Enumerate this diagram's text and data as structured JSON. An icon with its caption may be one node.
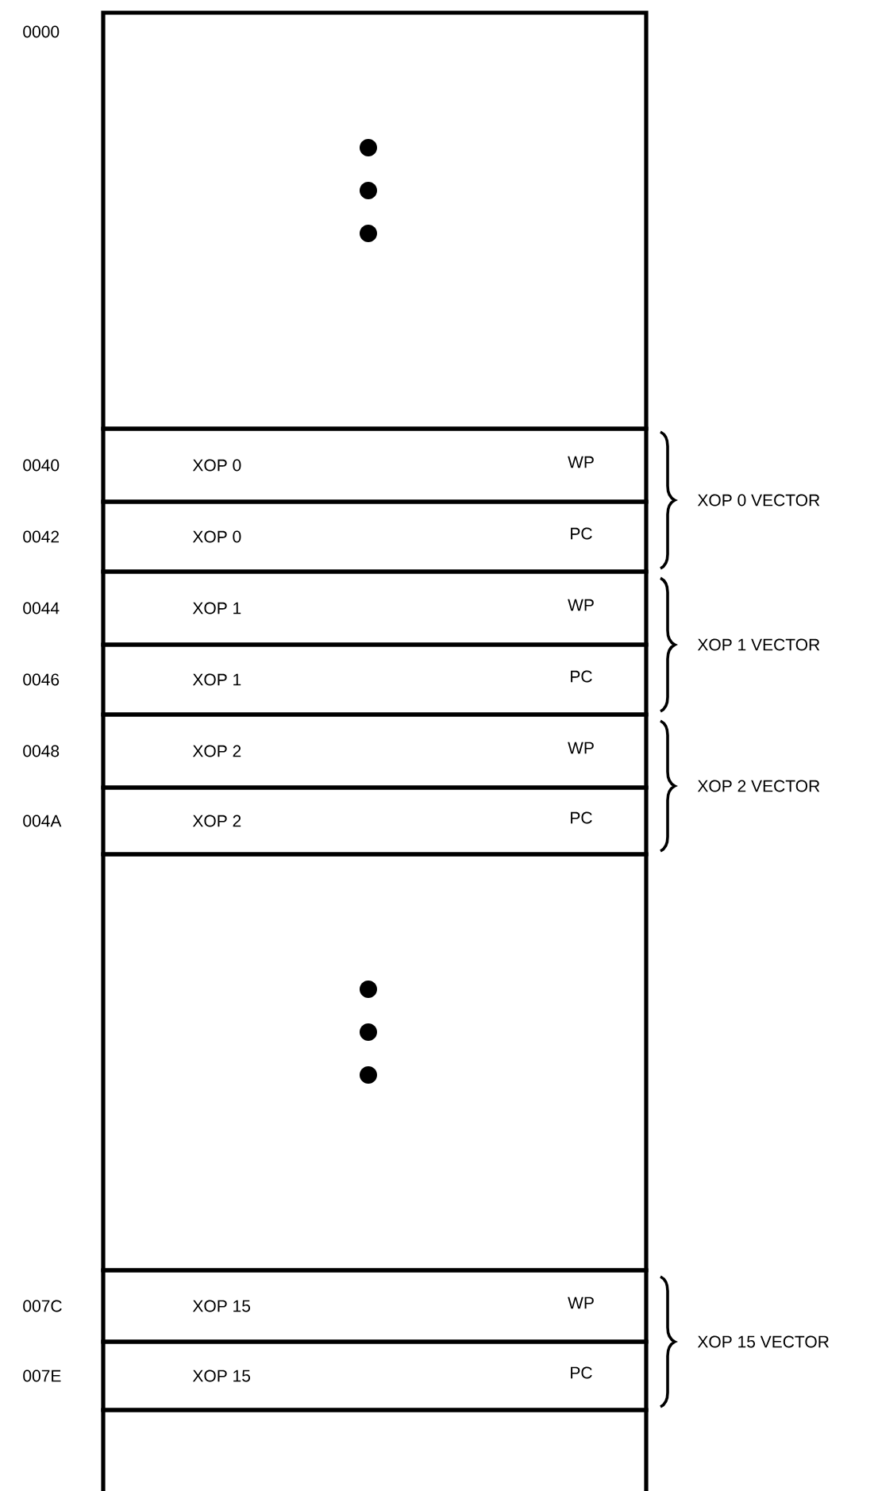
{
  "diagram": {
    "nodes": [
      {
        "text": [],
        "shape": "box",
        "beside": [
          "0000"
        ]
      },
      {
        "text": [
          "XOP 0",
          "WP"
        ],
        "beside": [
          "0040"
        ]
      },
      {
        "text": [
          "XOP 0",
          "PC"
        ],
        "beside": [
          "0042"
        ]
      },
      {
        "text": [
          "XOP 1",
          "WP"
        ],
        "beside": [
          "0044"
        ]
      },
      {
        "text": [
          "XOP 1",
          "PC"
        ],
        "beside": [
          "0046"
        ]
      },
      {
        "text": [
          "XOP 2",
          "WP"
        ],
        "beside": [
          "0048"
        ]
      },
      {
        "text": [
          "XOP 2",
          "PC"
        ],
        "beside": [
          "004A"
        ]
      },
      {
        "text": [],
        "shape": "box"
      },
      {
        "text": [
          "XOP 15",
          "WP"
        ],
        "beside": [
          "007C"
        ]
      },
      {
        "text": [
          "XOP 15",
          "PC"
        ],
        "beside": [
          "007E"
        ]
      },
      {
        "text": [],
        "shape": "box"
      }
    ],
    "labels": [
      "XOP 0 VECTOR",
      "XOP 1 VECTOR",
      "XOP 2 VECTOR",
      "XOP 15 VECTOR"
    ]
  }
}
